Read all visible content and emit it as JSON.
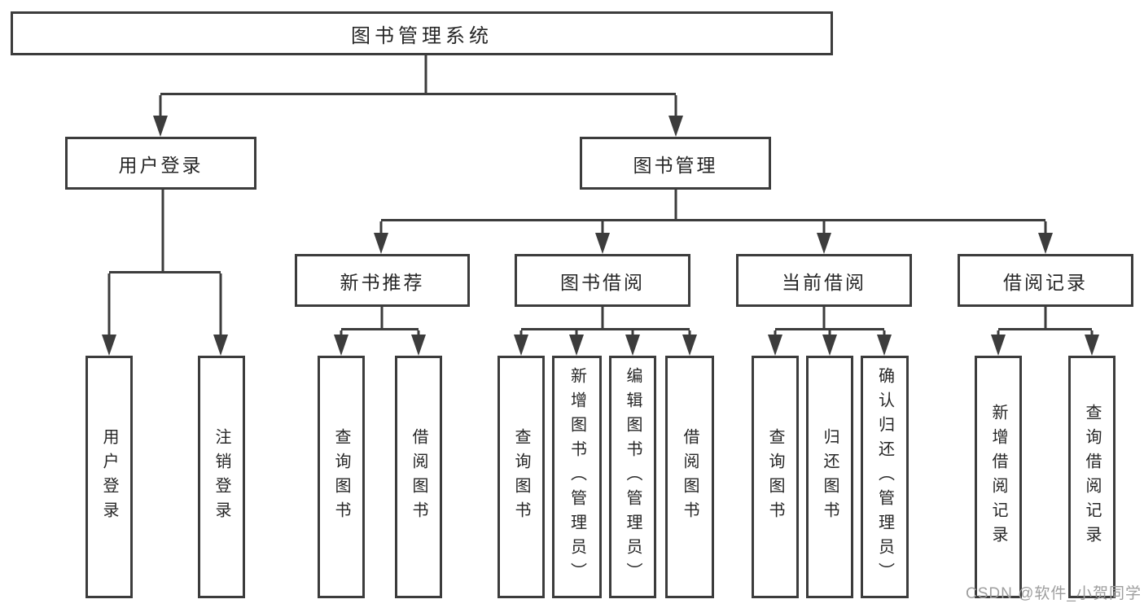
{
  "diagram_title": "图书管理系统",
  "tree": {
    "label": "图书管理系统",
    "children": [
      {
        "label": "用户登录",
        "children": [
          {
            "label": "用户登录"
          },
          {
            "label": "注销登录"
          }
        ]
      },
      {
        "label": "图书管理",
        "children": [
          {
            "label": "新书推荐",
            "children": [
              {
                "label": "查询图书"
              },
              {
                "label": "借阅图书"
              }
            ]
          },
          {
            "label": "图书借阅",
            "children": [
              {
                "label": "查询图书"
              },
              {
                "label": "新增图书（管理员）"
              },
              {
                "label": "编辑图书（管理员）"
              },
              {
                "label": "借阅图书"
              }
            ]
          },
          {
            "label": "当前借阅",
            "children": [
              {
                "label": "查询图书"
              },
              {
                "label": "归还图书"
              },
              {
                "label": "确认归还（管理员）"
              }
            ]
          },
          {
            "label": "借阅记录",
            "children": [
              {
                "label": "新增借阅记录"
              },
              {
                "label": "查询借阅记录"
              }
            ]
          }
        ]
      }
    ]
  },
  "watermark": {
    "text": "CSDN @软件_小贺同学"
  },
  "colors": {
    "line": "#3c3c3c",
    "text": "#262626",
    "watermark": "#9e9e9e"
  }
}
